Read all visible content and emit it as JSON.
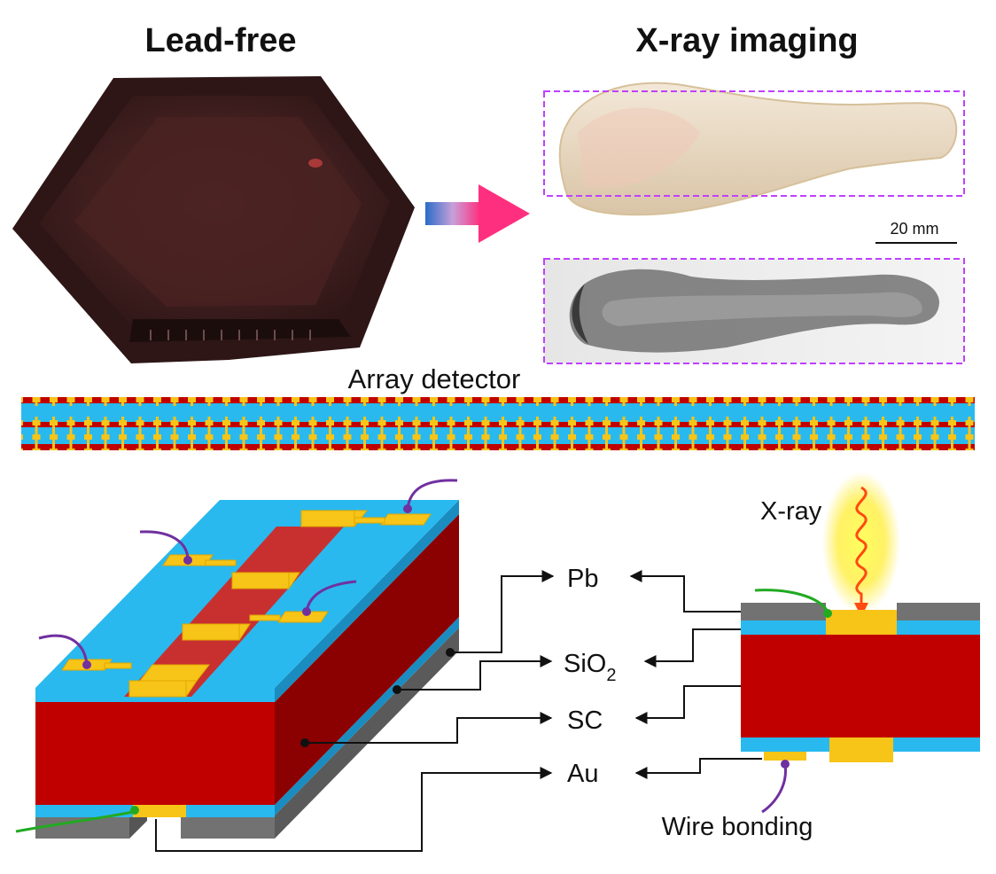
{
  "titles": {
    "left": "Lead-free",
    "right": "X-ray imaging"
  },
  "scale_bar": "20 mm",
  "array_label": "Array detector",
  "xray_label": "X-ray",
  "layers": {
    "pb": "Pb",
    "sio2_base": "SiO",
    "sio2_sub": "2",
    "sc": "SC",
    "au": "Au"
  },
  "wire_bonding": "Wire bonding",
  "colors": {
    "blue": "#29b9ee",
    "red": "#c00000",
    "dark_red": "#8b0000",
    "gold": "#f7c418",
    "grey": "#727272",
    "purple": "#7030a0",
    "green": "#22aa22",
    "dashed_box": "#c040ff"
  }
}
